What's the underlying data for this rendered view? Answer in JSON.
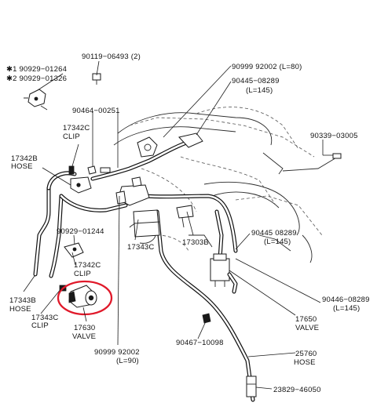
{
  "labels": {
    "p90119": "90119−06493 (2)",
    "p90929_01264": "✱1 90929−01264",
    "p90929_01326": "✱2 90929−01326",
    "p90999_top": "90999 92002 (L=80)",
    "p90445_top": "90445−08289",
    "p90445_top_len": "(L=145)",
    "p90464": "90464−00251",
    "p17342c_top": "17342C",
    "clip_top": "CLIP",
    "p90339": "90339−03005",
    "p17342b": "17342B",
    "hose_left": "HOSE",
    "p90929_01244": "90929−01244",
    "p90445_mid": "90445 08289",
    "p90445_mid_len": "(L=145)",
    "p17343c_mid": "17343C",
    "p17303b": "17303B",
    "p17342c_mid": "17342C",
    "clip_mid": "CLIP",
    "p17343b": "17343B",
    "hose_17343b": "HOSE",
    "p17343c_low": "17343C",
    "clip_low": "CLIP",
    "p90446": "90446−08289",
    "p90446_len": "(L=145)",
    "p17630": "17630",
    "valve_17630": "VALVE",
    "p17650": "17650",
    "valve_17650": "VALVE",
    "p90467": "90467−10098",
    "p25760": "25760",
    "hose_25760": "HOSE",
    "p90999_bot": "90999 92002",
    "p90999_bot_len": "(L=90)",
    "p23829": "23829−46050"
  },
  "highlight": {
    "target": "17630 VALVE",
    "color": "#e0192a"
  }
}
